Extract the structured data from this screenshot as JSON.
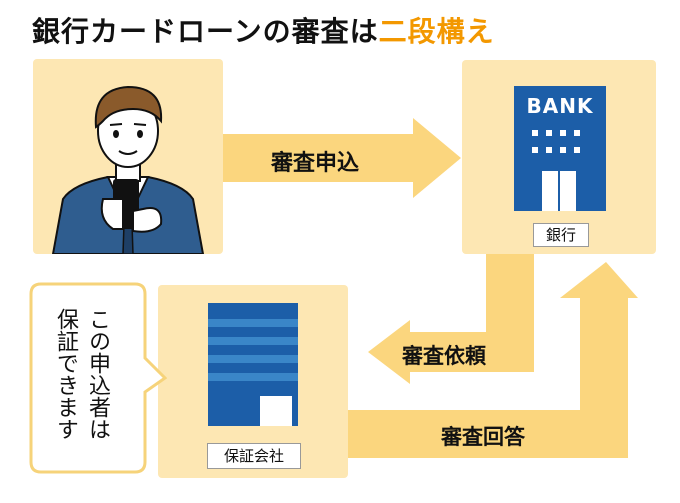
{
  "title": {
    "part1": "銀行カードローンの審査は",
    "part2": "二段構え",
    "accent_color": "#f39800"
  },
  "bank": {
    "sign": "BANK",
    "tag": "銀行"
  },
  "guarantor": {
    "tag": "保証会社"
  },
  "flows": {
    "apply": "審査申込",
    "request": "審査依頼",
    "answer": "審査回答"
  },
  "bubble": {
    "col1": "この申込者は",
    "col2": "保証できます"
  },
  "colors": {
    "box": "#fde7b3",
    "arrow": "#fbd67e",
    "building": "#1c5ea8",
    "building_light": "#3a86c8"
  }
}
